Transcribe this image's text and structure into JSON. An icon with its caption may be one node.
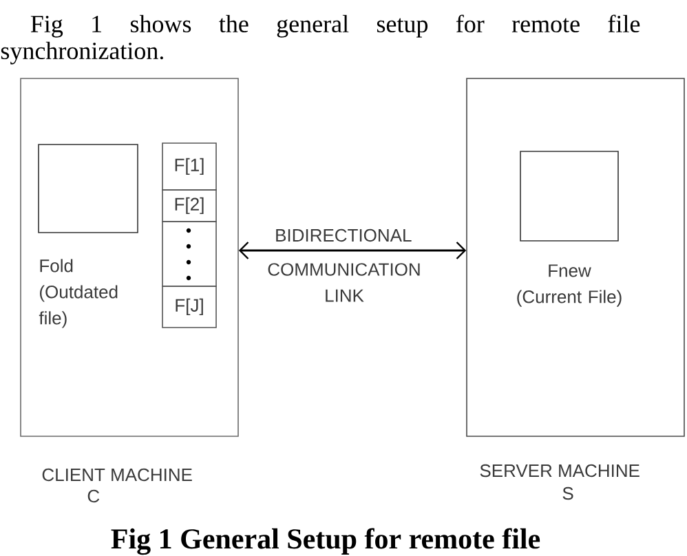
{
  "diagram": {
    "caption": "Fig 1 General Setup for remote file",
    "nodes": [
      {
        "text": [
          "CLIENT MACHINE",
          "C"
        ]
      },
      {
        "text": [
          "Fold (Outdated file)"
        ],
        "in": 0
      },
      {
        "text": [
          "F[1]"
        ],
        "in": 0
      },
      {
        "text": [
          "F[2]"
        ],
        "in": 0
      },
      {
        "text": [],
        "shape": "box",
        "in": 0
      },
      {
        "text": [
          "F[J]"
        ],
        "in": 0
      },
      {
        "text": [
          "SERVER MACHINE",
          "S"
        ]
      },
      {
        "text": [
          "Fnew (Current File)"
        ],
        "in": 6
      }
    ],
    "edges": [
      {
        "from": 0,
        "to": 6,
        "arrow": "both",
        "label": "BIDIRECTIONAL"
      }
    ],
    "labels": [
      "Fig 1 shows the general setup for remote file synchronization.",
      "COMMUNICATION LINK"
    ]
  }
}
